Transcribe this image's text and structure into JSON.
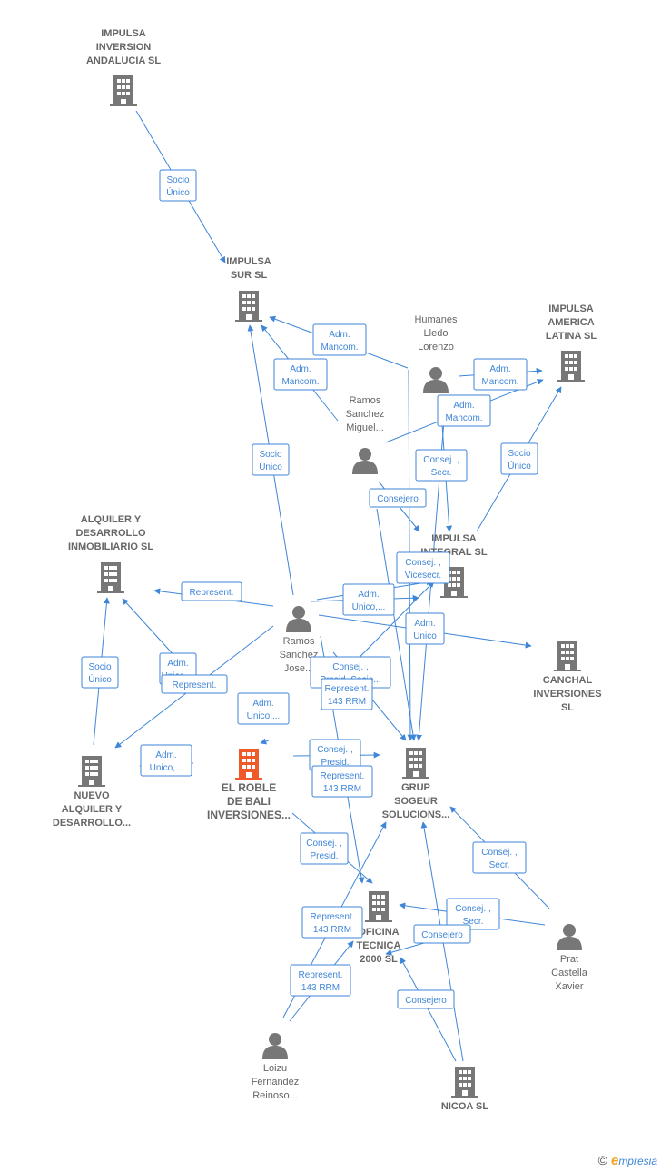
{
  "nodes": [
    {
      "id": "impulsa_inversion",
      "kind": "company",
      "icon": "building-icon",
      "lines": [
        "IMPULSA",
        "INVERSION",
        "ANDALUCIA  SL"
      ]
    },
    {
      "id": "impulsa_sur",
      "kind": "company",
      "icon": "building-icon",
      "lines": [
        "IMPULSA",
        "SUR  SL"
      ]
    },
    {
      "id": "impulsa_america",
      "kind": "company",
      "icon": "building-icon",
      "lines": [
        "IMPULSA",
        "AMERICA",
        "LATINA  SL"
      ]
    },
    {
      "id": "humanes",
      "kind": "person",
      "icon": "person-icon",
      "lines": [
        "Humanes",
        "Lledo",
        "Lorenzo"
      ]
    },
    {
      "id": "ramos_miguel",
      "kind": "person",
      "icon": "person-icon",
      "lines": [
        "Ramos",
        "Sanchez",
        "Miguel..."
      ]
    },
    {
      "id": "impulsa_integral",
      "kind": "company",
      "icon": "building-icon",
      "lines": [
        "IMPULSA",
        "INTEGRAL  SL"
      ]
    },
    {
      "id": "alquiler",
      "kind": "company",
      "icon": "building-icon",
      "lines": [
        "ALQUILER Y",
        "DESARROLLO",
        "INMOBILIARIO SL"
      ]
    },
    {
      "id": "ramos_jose",
      "kind": "person",
      "icon": "person-icon",
      "lines": [
        "Ramos",
        "Sanchez",
        "Jose..."
      ]
    },
    {
      "id": "canchal",
      "kind": "company",
      "icon": "building-icon",
      "lines": [
        "CANCHAL",
        "INVERSIONES",
        "SL"
      ]
    },
    {
      "id": "nuevo_alquiler",
      "kind": "company",
      "icon": "building-icon",
      "lines": [
        "NUEVO",
        "ALQUILER Y",
        "DESARROLLO..."
      ]
    },
    {
      "id": "el_roble",
      "kind": "focus",
      "icon": "building-icon",
      "lines": [
        "EL ROBLE",
        "DE BALI",
        "INVERSIONES..."
      ]
    },
    {
      "id": "grup_sogeur",
      "kind": "company",
      "icon": "building-icon",
      "lines": [
        "GRUP",
        "SOGEUR",
        "SOLUCIONS..."
      ]
    },
    {
      "id": "oficina",
      "kind": "company",
      "icon": "building-icon",
      "lines": [
        "OFICINA",
        "TECNICA",
        "2000 SL"
      ]
    },
    {
      "id": "prat",
      "kind": "person",
      "icon": "person-icon",
      "lines": [
        "Prat",
        "Castella",
        "Xavier"
      ]
    },
    {
      "id": "loizu",
      "kind": "person",
      "icon": "person-icon",
      "lines": [
        "Loizu",
        "Fernandez",
        "Reinoso..."
      ]
    },
    {
      "id": "nicoa",
      "kind": "company",
      "icon": "building-icon",
      "lines": [
        "NICOA  SL"
      ]
    }
  ],
  "edge_labels": [
    [
      "Socio",
      "Único"
    ],
    [
      "Adm.",
      "Mancom."
    ],
    [
      "Adm.",
      "Mancom."
    ],
    [
      "Adm.",
      "Mancom."
    ],
    [
      "Adm.",
      "Mancom."
    ],
    [
      "Socio",
      "Único"
    ],
    [
      "Consej. ,",
      "Secr."
    ],
    [
      "Consejero"
    ],
    [
      "Socio",
      "Único"
    ],
    [
      "Represent."
    ],
    [
      "Adm.",
      "Unico,..."
    ],
    [
      "Consej. ,",
      "Vicesecr."
    ],
    [
      "Adm.",
      "Unico"
    ],
    [
      "Socio",
      "Único"
    ],
    [
      "Adm.",
      "Unico,..."
    ],
    [
      "Represent."
    ],
    [
      "Consej. ,",
      "Presid.,Socio..."
    ],
    [
      "Represent.",
      "143 RRM"
    ],
    [
      "Adm.",
      "Unico,..."
    ],
    [
      "Adm.",
      "Unico,..."
    ],
    [
      "Consej. ,",
      "Presid."
    ],
    [
      "Represent.",
      "143 RRM"
    ],
    [
      "Consej. ,",
      "Presid."
    ],
    [
      "Consej. ,",
      "Secr."
    ],
    [
      "Consej. ,",
      "Secr."
    ],
    [
      "Consejero"
    ],
    [
      "Represent.",
      "143 RRM"
    ],
    [
      "Represent.",
      "143 RRM"
    ],
    [
      "Consejero"
    ],
    [
      "Consejero"
    ]
  ],
  "brand": {
    "copyright": "©",
    "first": "e",
    "rest": "mpresia"
  },
  "colors": {
    "edge": "#3f86d8",
    "node": "#777777",
    "focus": "#f05a28",
    "text": "#666666"
  }
}
